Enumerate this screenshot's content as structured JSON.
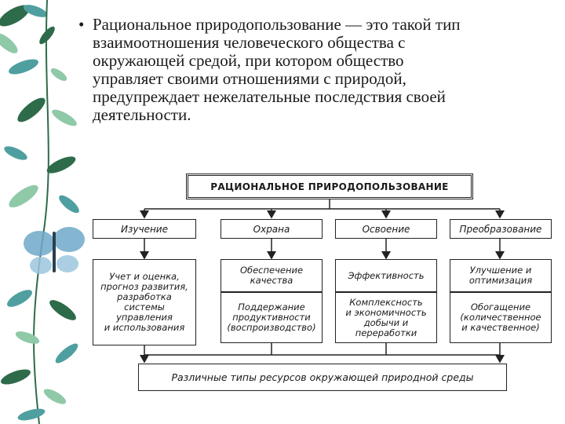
{
  "intro": {
    "bullet": "•",
    "lines": [
      "Рациональное природопользование — это такой тип",
      "взаимоотношения человеческого общества с",
      "окружающей средой, при котором общество",
      "управляет своими отношениями с природой,",
      "предупреждает нежелательные последствия своей",
      "деятельности."
    ]
  },
  "diagram": {
    "title": "РАЦИОНАЛЬНОЕ ПРИРОДОПОЛЬЗОВАНИЕ",
    "categories": [
      "Изучение",
      "Охрана",
      "Освоение",
      "Преобразование"
    ],
    "col1": [
      "Учет и оценка,",
      "прогноз развития,",
      "разработка",
      "системы",
      "управления",
      "и использования"
    ],
    "col2_top": [
      "Обеспечение",
      "качества"
    ],
    "col2_bottom": [
      "Поддержание",
      "продуктивности",
      "(воспроизводство)"
    ],
    "col3_top": "Эффективность",
    "col3_bottom": [
      "Комплексность",
      "и экономичность",
      "добычи и",
      "переработки"
    ],
    "col4_top": [
      "Улучшение и",
      "оптимизация"
    ],
    "col4_bottom": [
      "Обогащение",
      "(количественное",
      "и качественное)"
    ],
    "bottom": "Различные типы ресурсов окружающей природной среды"
  },
  "colors": {
    "line": "#222222",
    "leaf_dark": "#2e6b4a",
    "leaf_light": "#8fc9a8",
    "leaf_teal": "#4f9fa0",
    "butterfly": "#6fa8c9"
  }
}
